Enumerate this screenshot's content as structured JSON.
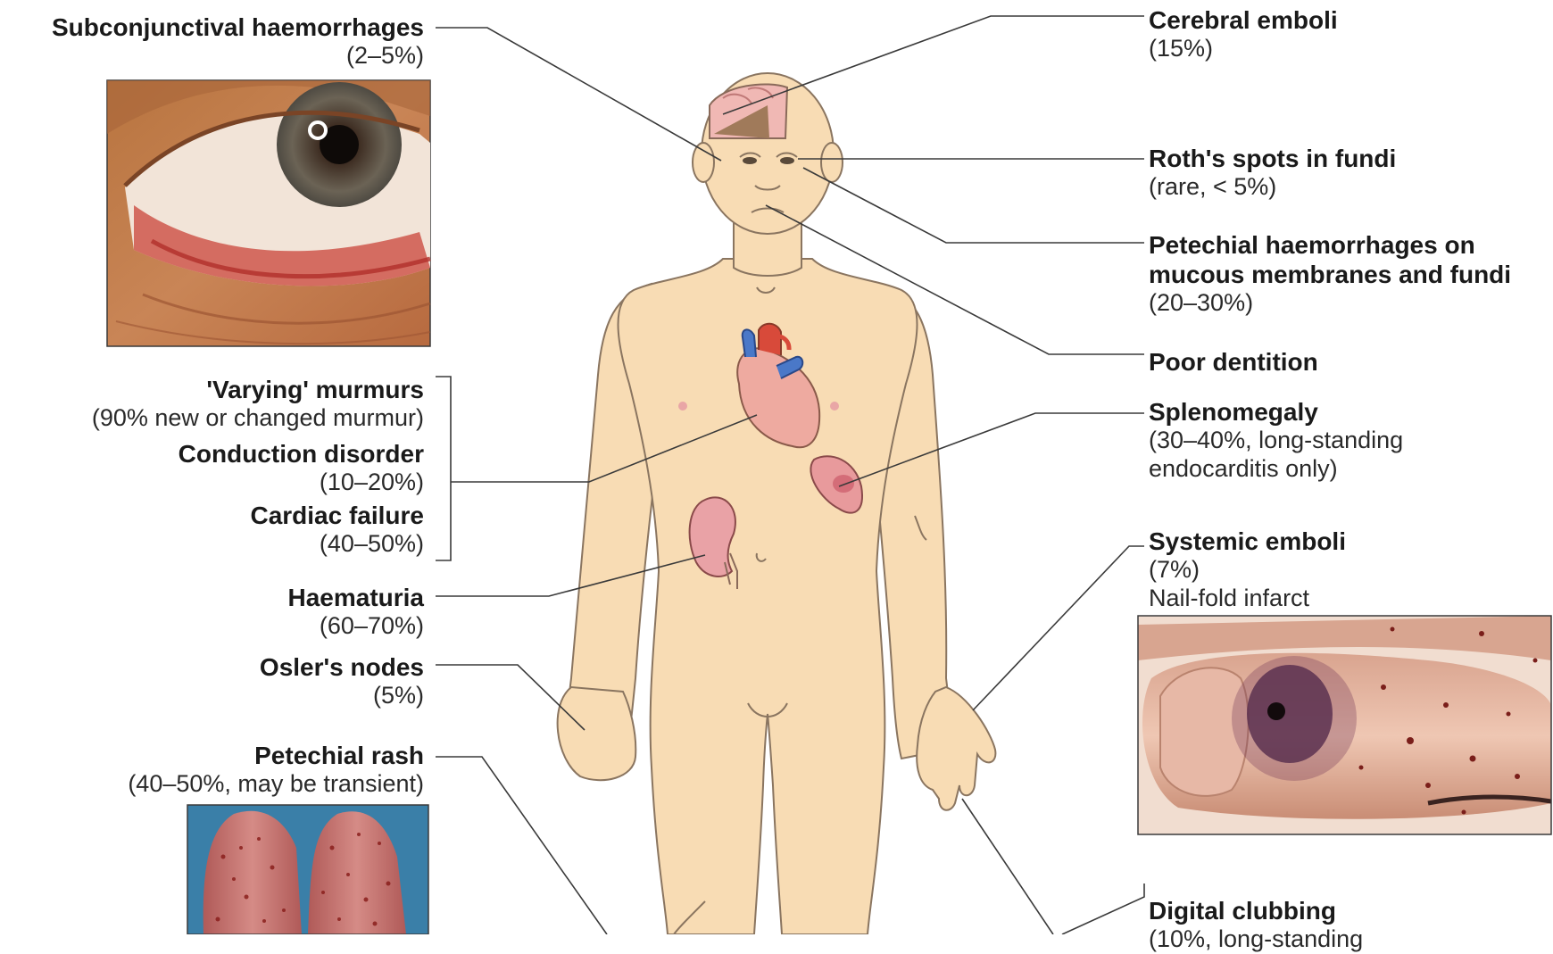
{
  "left_labels": {
    "subconjunctival": {
      "title": "Subconjunctival haemorrhages",
      "sub": "(2–5%)"
    },
    "murmurs": {
      "title": "'Varying' murmurs",
      "sub": "(90% new or changed murmur)"
    },
    "conduction": {
      "title": "Conduction disorder",
      "sub": "(10–20%)"
    },
    "cardiac_failure": {
      "title": "Cardiac failure",
      "sub": "(40–50%)"
    },
    "haematuria": {
      "title": "Haematuria",
      "sub": "(60–70%)"
    },
    "oslers": {
      "title": "Osler's nodes",
      "sub": "(5%)"
    },
    "petechial_rash": {
      "title": "Petechial rash",
      "sub": "(40–50%, may be transient)"
    }
  },
  "right_labels": {
    "cerebral": {
      "title": "Cerebral emboli",
      "sub": "(15%)"
    },
    "roths": {
      "title": "Roth's spots in fundi",
      "sub": "(rare, < 5%)"
    },
    "petechial_mucous": {
      "title_line1": "Petechial haemorrhages on",
      "title_line2": "mucous membranes and fundi",
      "sub": "(20–30%)"
    },
    "dentition": {
      "title": "Poor dentition"
    },
    "splenomegaly": {
      "title": "Splenomegaly",
      "sub_line1": "(30–40%, long-standing",
      "sub_line2": "endocarditis only)"
    },
    "systemic": {
      "title": "Systemic emboli",
      "sub": "(7%)",
      "sub2": "Nail-fold infarct"
    },
    "clubbing": {
      "title": "Digital clubbing",
      "sub": "(10%, long-standing"
    }
  }
}
